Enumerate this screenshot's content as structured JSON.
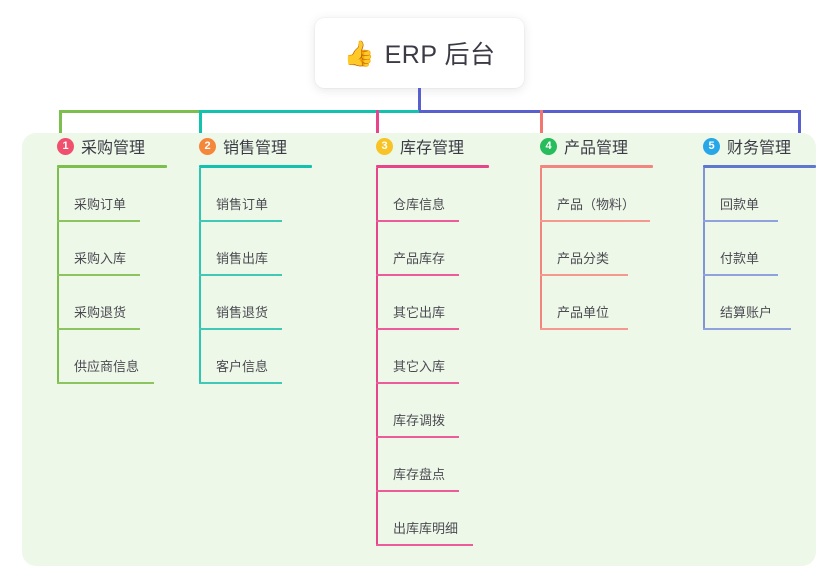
{
  "root": {
    "icon": "thumbs-up-icon",
    "icon_glyph": "👍",
    "title": "ERP 后台"
  },
  "colors": {
    "panel_background": "#eef8e9",
    "page_background": "#ffffff",
    "title_text": "#3b3b45",
    "connector_green": "#7cbf4f",
    "connector_teal": "#13c2ae",
    "connector_blue": "#5a5fd0",
    "connector_pink": "#e8448a",
    "connector_salmon": "#f2756e",
    "badge_1": "#f0506e",
    "badge_2": "#f5873b",
    "badge_3": "#f7c325",
    "badge_4": "#27bc5c",
    "badge_5": "#27a7e8",
    "column_1_line": "#7cbf4f",
    "column_2_line": "#13c2ae",
    "column_3_line": "#e8448a",
    "column_4_line": "#f2867e",
    "column_5_line": "#8095d8"
  },
  "columns": [
    {
      "number": "1",
      "title": "采购管理",
      "items": [
        {
          "label": "采购订单"
        },
        {
          "label": "采购入库"
        },
        {
          "label": "采购退货"
        },
        {
          "label": "供应商信息"
        }
      ]
    },
    {
      "number": "2",
      "title": "销售管理",
      "items": [
        {
          "label": "销售订单"
        },
        {
          "label": "销售出库"
        },
        {
          "label": "销售退货"
        },
        {
          "label": "客户信息"
        }
      ]
    },
    {
      "number": "3",
      "title": "库存管理",
      "items": [
        {
          "label": "仓库信息"
        },
        {
          "label": "产品库存"
        },
        {
          "label": "其它出库"
        },
        {
          "label": "其它入库"
        },
        {
          "label": "库存调拨"
        },
        {
          "label": "库存盘点"
        },
        {
          "label": "出库库明细"
        }
      ]
    },
    {
      "number": "4",
      "title": "产品管理",
      "items": [
        {
          "label": "产品（物料）"
        },
        {
          "label": "产品分类"
        },
        {
          "label": "产品单位"
        }
      ]
    },
    {
      "number": "5",
      "title": "财务管理",
      "items": [
        {
          "label": "回款单"
        },
        {
          "label": "付款单"
        },
        {
          "label": "结算账户"
        }
      ]
    }
  ]
}
